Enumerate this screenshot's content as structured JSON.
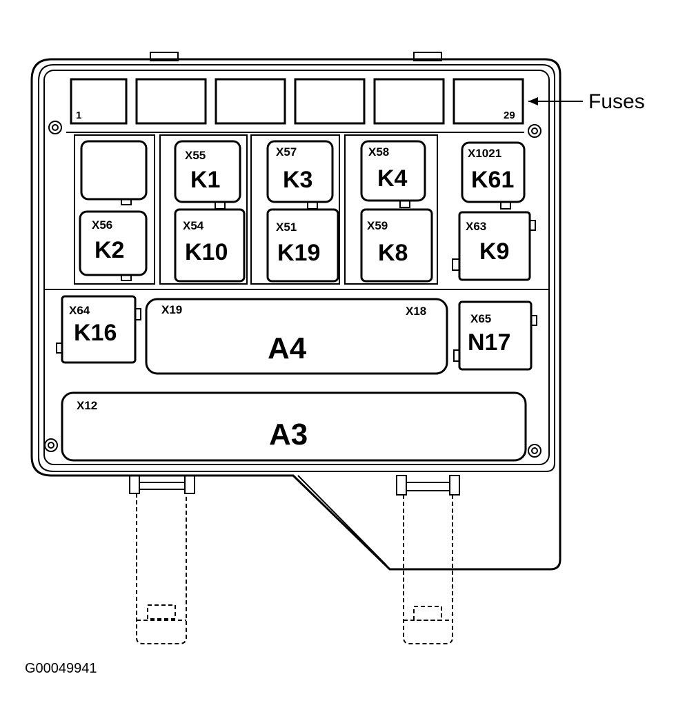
{
  "callout": {
    "fuses_label": "Fuses"
  },
  "fuse_row": {
    "first_number": "1",
    "last_number": "29"
  },
  "relays": [
    {
      "connector": "",
      "name": ""
    },
    {
      "connector": "X56",
      "name": "K2"
    },
    {
      "connector": "X55",
      "name": "K1"
    },
    {
      "connector": "X54",
      "name": "K10"
    },
    {
      "connector": "X57",
      "name": "K3"
    },
    {
      "connector": "X51",
      "name": "K19"
    },
    {
      "connector": "X58",
      "name": "K4"
    },
    {
      "connector": "X59",
      "name": "K8"
    },
    {
      "connector": "X1021",
      "name": "K61"
    },
    {
      "connector": "X63",
      "name": "K9"
    },
    {
      "connector": "X64",
      "name": "K16"
    },
    {
      "connector": "X65",
      "name": "N17"
    }
  ],
  "modules": {
    "a4": {
      "name": "A4",
      "connector_left": "X19",
      "connector_right": "X18"
    },
    "a3": {
      "name": "A3",
      "connector": "X12"
    }
  },
  "figure_id": "G00049941"
}
